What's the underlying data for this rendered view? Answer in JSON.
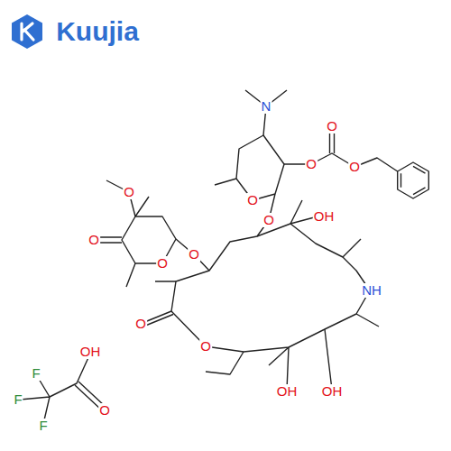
{
  "diagram": {
    "labels": [
      "Kuujia",
      "N",
      "O",
      "O",
      "O",
      "O",
      "O",
      "OH",
      "O",
      "O",
      "O",
      "O",
      "O",
      "O",
      "NH",
      "OH",
      "OH",
      "F",
      "F",
      "F",
      "OH",
      "O"
    ]
  }
}
